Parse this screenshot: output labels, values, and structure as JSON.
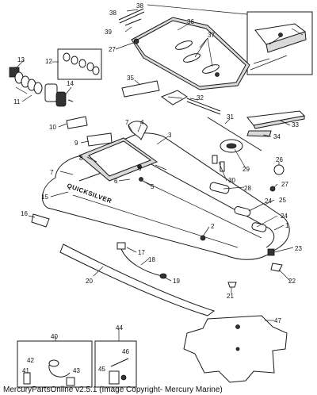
{
  "diagram": {
    "brand_text": "QUICKSILVER",
    "footer": "MercuryPartsOnline v2.5.1 (Image Copyright- Mercury Marine)",
    "labels": [
      {
        "id": "38a",
        "text": "38"
      },
      {
        "id": "38b",
        "text": "38"
      },
      {
        "id": "39",
        "text": "39"
      },
      {
        "id": "36",
        "text": "36"
      },
      {
        "id": "37",
        "text": "37"
      },
      {
        "id": "27a",
        "text": "27"
      },
      {
        "id": "13",
        "text": "13"
      },
      {
        "id": "12",
        "text": "12"
      },
      {
        "id": "14",
        "text": "14"
      },
      {
        "id": "11",
        "text": "11"
      },
      {
        "id": "35",
        "text": "35"
      },
      {
        "id": "32",
        "text": "32"
      },
      {
        "id": "10",
        "text": "10"
      },
      {
        "id": "31",
        "text": "31"
      },
      {
        "id": "33",
        "text": "33"
      },
      {
        "id": "7a",
        "text": "7"
      },
      {
        "id": "4",
        "text": "4"
      },
      {
        "id": "3",
        "text": "3"
      },
      {
        "id": "9",
        "text": "9"
      },
      {
        "id": "34",
        "text": "34"
      },
      {
        "id": "8",
        "text": "8"
      },
      {
        "id": "6a",
        "text": "6"
      },
      {
        "id": "29",
        "text": "29"
      },
      {
        "id": "26",
        "text": "26"
      },
      {
        "id": "7b",
        "text": "7"
      },
      {
        "id": "6b",
        "text": "6"
      },
      {
        "id": "5",
        "text": "5"
      },
      {
        "id": "30",
        "text": "30"
      },
      {
        "id": "28",
        "text": "28"
      },
      {
        "id": "27b",
        "text": "27"
      },
      {
        "id": "15",
        "text": "15"
      },
      {
        "id": "25",
        "text": "25"
      },
      {
        "id": "24a",
        "text": "24"
      },
      {
        "id": "16",
        "text": "16"
      },
      {
        "id": "24b",
        "text": "24"
      },
      {
        "id": "1",
        "text": "1"
      },
      {
        "id": "2",
        "text": "2"
      },
      {
        "id": "23",
        "text": "23"
      },
      {
        "id": "17",
        "text": "17"
      },
      {
        "id": "18",
        "text": "18"
      },
      {
        "id": "22",
        "text": "22"
      },
      {
        "id": "20",
        "text": "20"
      },
      {
        "id": "19",
        "text": "19"
      },
      {
        "id": "21",
        "text": "21"
      },
      {
        "id": "40",
        "text": "40"
      },
      {
        "id": "44",
        "text": "44"
      },
      {
        "id": "47",
        "text": "47"
      },
      {
        "id": "42",
        "text": "42"
      },
      {
        "id": "46",
        "text": "46"
      },
      {
        "id": "41",
        "text": "41"
      },
      {
        "id": "43",
        "text": "43"
      },
      {
        "id": "45",
        "text": "45"
      }
    ]
  }
}
